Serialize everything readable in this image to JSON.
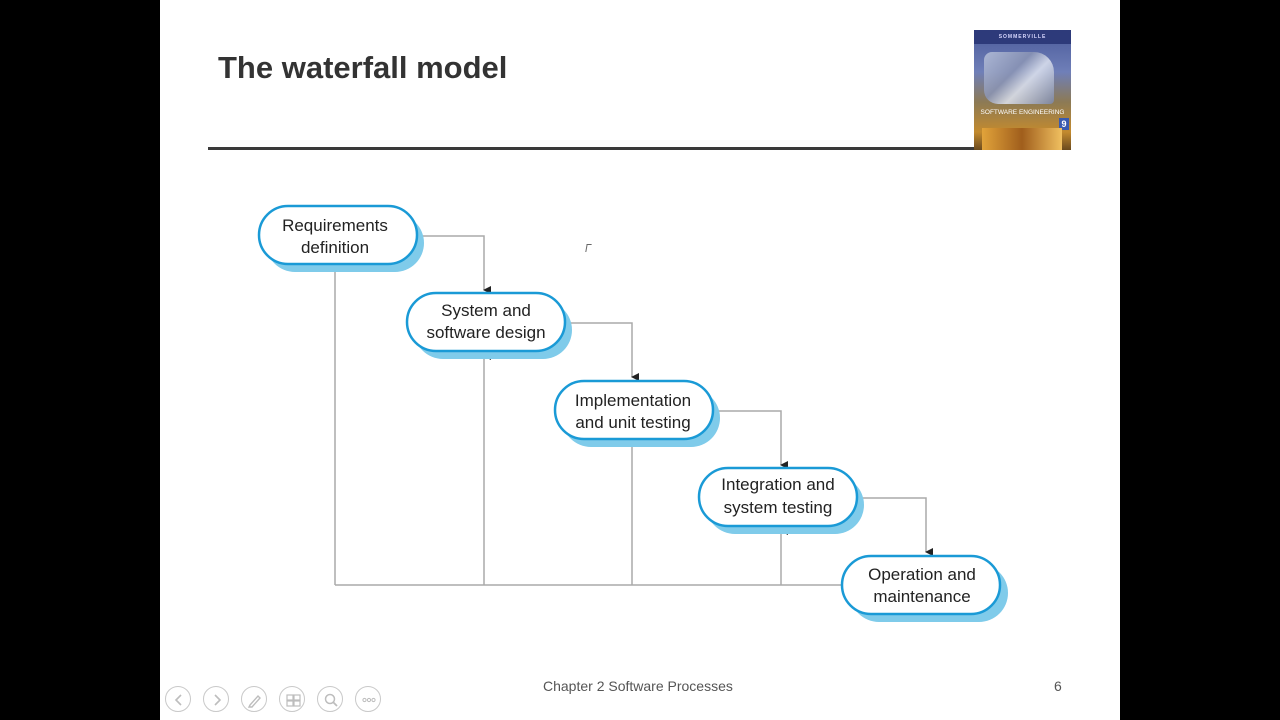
{
  "slide": {
    "title": "The waterfall model",
    "footer": "Chapter 2 Software Processes",
    "page_number": "6"
  },
  "book_cover": {
    "author": "SOMMERVILLE",
    "title": "SOFTWARE ENGINEERING",
    "edition": "9"
  },
  "diagram": {
    "stages": [
      {
        "line1": "Requirements",
        "line2": "definition"
      },
      {
        "line1": "System and",
        "line2": "software design"
      },
      {
        "line1": "Implementation",
        "line2": "and unit testing"
      },
      {
        "line1": "Integration and",
        "line2": "system testing"
      },
      {
        "line1": "Operation and",
        "line2": "maintenance"
      }
    ],
    "colors": {
      "stage_border": "#1a9ad6",
      "stage_shadow": "#7fcbea",
      "connector": "#aaaaaa",
      "arrow_head": "#222222"
    }
  },
  "controls": [
    {
      "name": "previous-slide-button",
      "icon": "arrow-left-icon"
    },
    {
      "name": "next-slide-button",
      "icon": "arrow-right-icon"
    },
    {
      "name": "pen-tool-button",
      "icon": "pen-icon"
    },
    {
      "name": "see-all-slides-button",
      "icon": "slides-grid-icon"
    },
    {
      "name": "zoom-button",
      "icon": "magnifier-icon"
    },
    {
      "name": "more-options-button",
      "icon": "ellipsis-icon"
    }
  ]
}
